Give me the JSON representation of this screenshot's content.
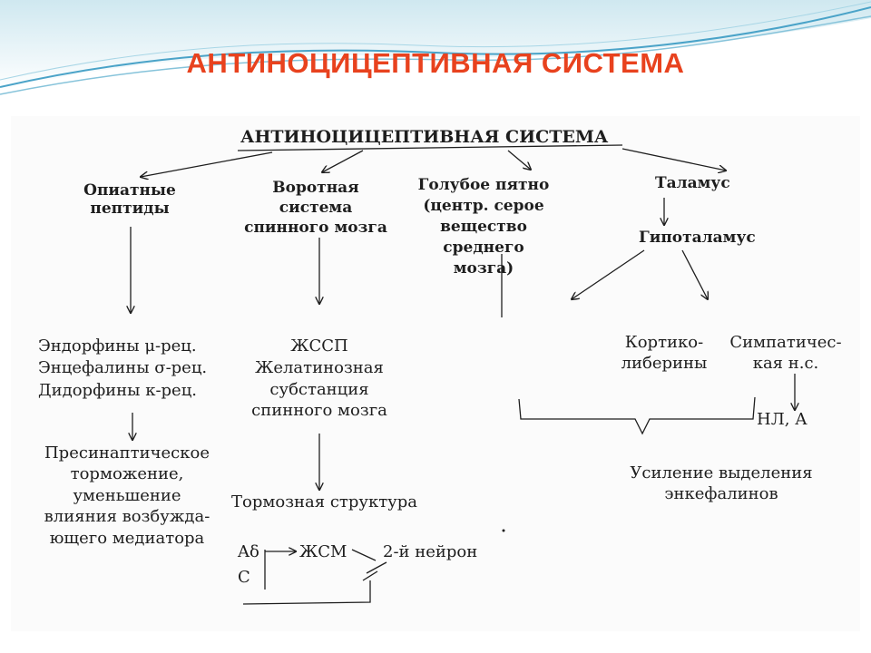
{
  "slide": {
    "title": "АНТИНОЦИЦЕПТИВНАЯ СИСТЕМА"
  },
  "diagram": {
    "heading": "АНТИНОЦИЦЕПТИВНАЯ СИСТЕМА",
    "opioid_peptides": [
      "Опиатные",
      "пептиды"
    ],
    "gate_system": [
      "Воротная",
      "система",
      "спинного мозга"
    ],
    "locus_coeruleus": [
      "Голубое пятно",
      "(центр. серое",
      "вещество",
      "среднего",
      "мозга)"
    ],
    "thalamus": "Таламус",
    "hypothalamus": "Гипоталамус",
    "receptors": [
      "Эндорфины μ-рец.",
      "Энцефалины σ-рец.",
      "Дидорфины κ-рец."
    ],
    "presynaptic": [
      "Пресинаптическое",
      "торможение,",
      "уменьшение",
      "влияния возбужда-",
      "ющего медиатора"
    ],
    "zhssp": [
      "ЖССП",
      "Желатинозная",
      "субстанция",
      "спинного мозга"
    ],
    "inhibitory_structure": "Тормозная структура",
    "a_delta": "Aδ",
    "c_fiber": "C",
    "zhsm": "ЖСМ",
    "second_neuron": "2-й нейрон",
    "corticoliberins": [
      "Кортико-",
      "либерины"
    ],
    "sympathetic": [
      "Симпатичес-",
      "кая н.с."
    ],
    "nl_a": "НЛ, А",
    "enkephalin_release": [
      "Усиление выделения",
      "энкефалинов"
    ]
  },
  "colors": {
    "title": "#e8421e",
    "ink": "#1e1e1e",
    "wave": "#4aa3c8"
  }
}
